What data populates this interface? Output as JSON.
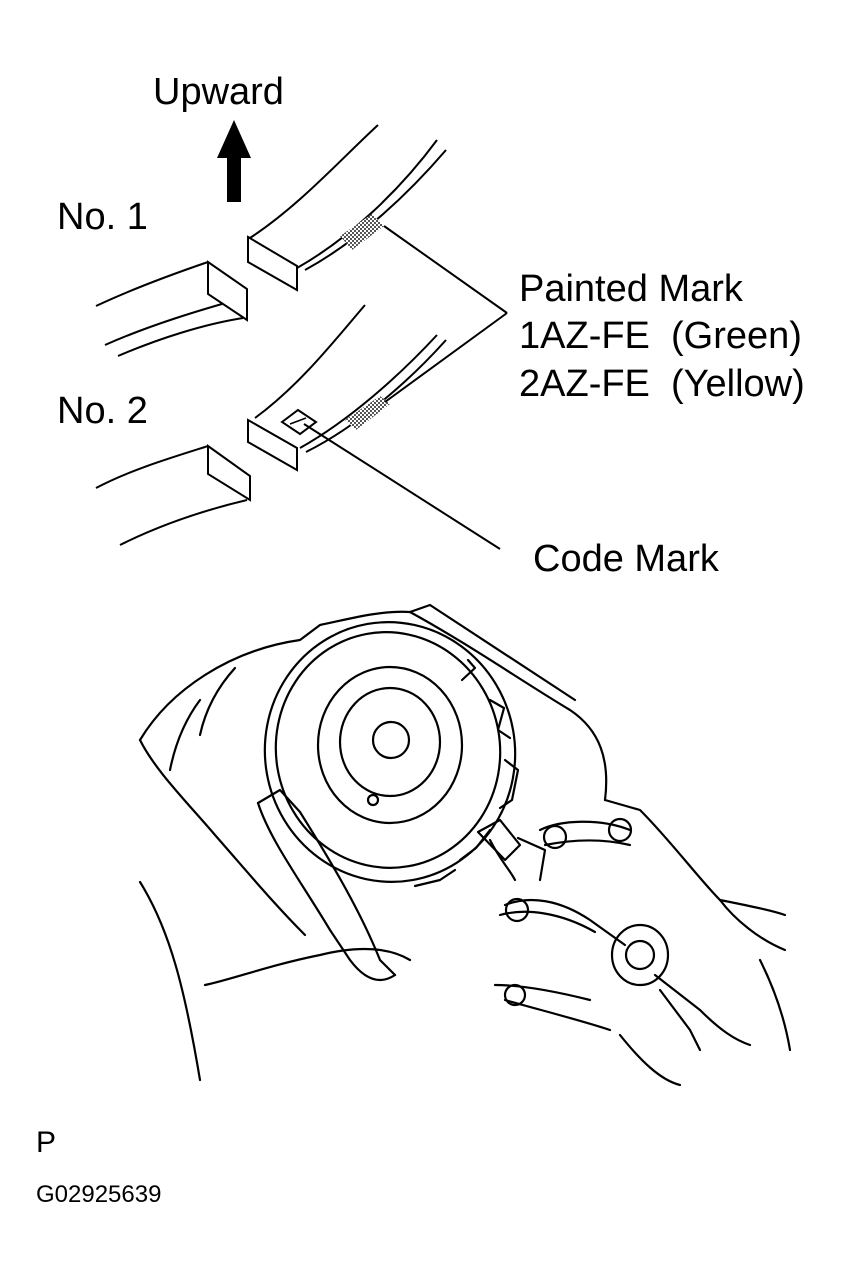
{
  "labels": {
    "upward": "Upward",
    "no1": "No. 1",
    "no2": "No. 2",
    "painted_mark": "Painted Mark",
    "green": "1AZ-FE  (Green)",
    "yellow": "2AZ-FE  (Yellow)",
    "code_mark": "Code Mark",
    "p": "P",
    "figure_id": "G02925639"
  },
  "colors": {
    "ink": "#000000",
    "paper": "#ffffff",
    "shade": "#8c8c8c"
  }
}
